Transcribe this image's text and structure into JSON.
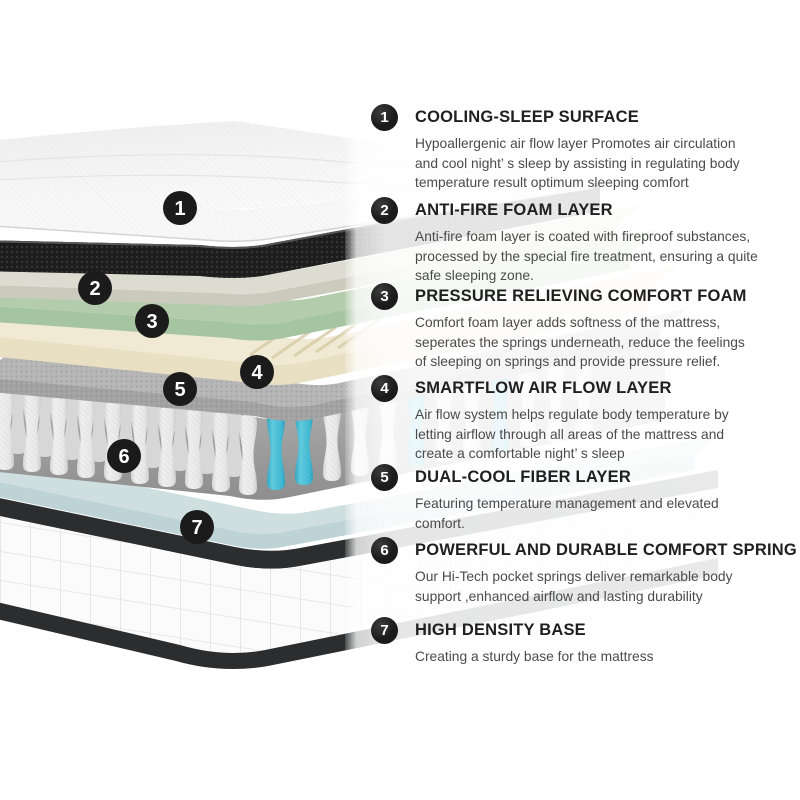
{
  "colors": {
    "badge_bg": "#1b1b1b",
    "badge_text": "#ffffff",
    "title_text": "#202020",
    "body_text": "#4b4b4b",
    "layer_top_white": "#f6f6f6",
    "layer_mesh": "#1d1d1d",
    "layer_antifire": "#cbcbbd",
    "layer_green": "#a5c4a0",
    "layer_cream": "#e9e0c3",
    "layer_gray": "#a2a2a2",
    "spring_white": "#efefef",
    "spring_teal": "#31b8d4",
    "layer_bluecool": "#bdd3d5",
    "base_white": "#fbfbfb",
    "base_band": "#2c2d2f"
  },
  "items": [
    {
      "num": "1",
      "title": "COOLING-SLEEP SURFACE",
      "body": "Hypoallergenic air flow layer Promotes air circulation\nand cool night’ s sleep by assisting in regulating body\ntemperature result optimum sleeping comfort"
    },
    {
      "num": "2",
      "title": "ANTI-FIRE FOAM LAYER",
      "body": "Anti-fire foam layer is coated with fireproof substances,\nprocessed by the special fire treatment, ensuring a quite\nsafe sleeping zone."
    },
    {
      "num": "3",
      "title": "PRESSURE RELIEVING COMFORT FOAM",
      "body": "Comfort foam layer adds softness of the mattress,\nseperates the springs underneath, reduce the feelings\nof sleeping on springs and provide pressure relief."
    },
    {
      "num": "4",
      "title": "SMARTFLOW AIR FLOW LAYER",
      "body": "Air flow system helps regulate body temperature by\nletting airflow through all areas of the mattress and\ncreate a comfortable night’ s sleep"
    },
    {
      "num": "5",
      "title": "DUAL-COOL FIBER LAYER",
      "body": "Featuring temperature management and elevated\ncomfort."
    },
    {
      "num": "6",
      "title": "POWERFUL AND DURABLE COMFORT SPRING",
      "body": "Our Hi-Tech pocket springs deliver remarkable body\nsupport ,enhanced airflow and lasting durability"
    },
    {
      "num": "7",
      "title": "HIGH DENSITY BASE",
      "body": "Creating a sturdy base for the mattress"
    }
  ]
}
